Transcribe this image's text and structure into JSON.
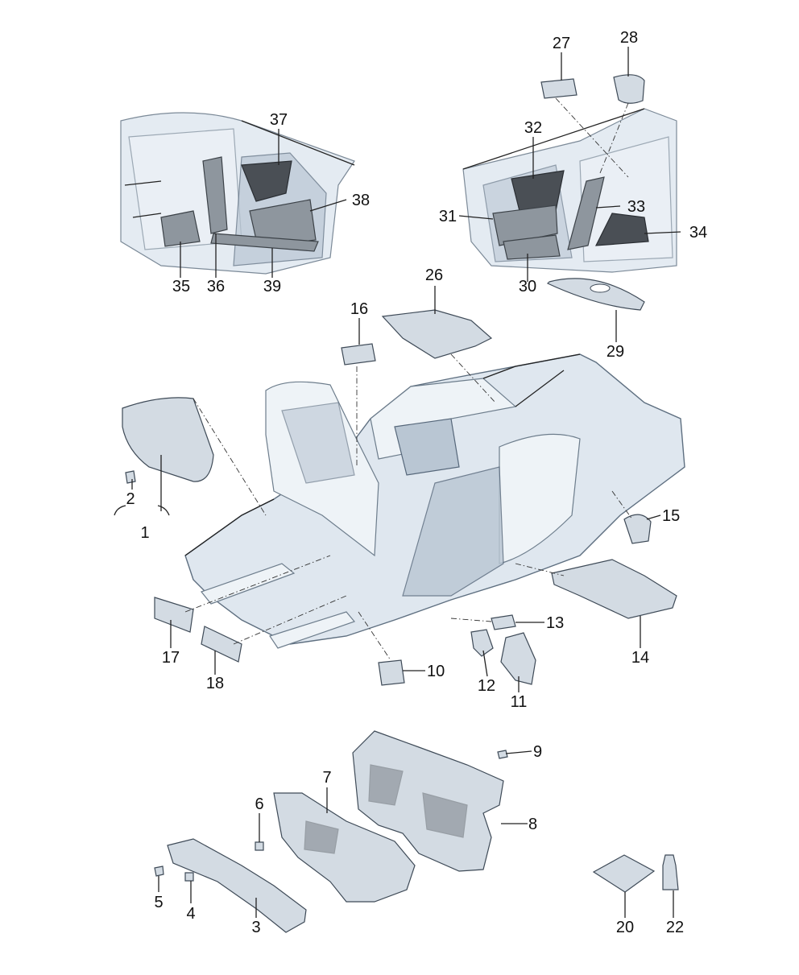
{
  "diagram": {
    "callouts": [
      {
        "id": "c1",
        "label": "1"
      },
      {
        "id": "c2",
        "label": "2"
      },
      {
        "id": "c3",
        "label": "3"
      },
      {
        "id": "c4",
        "label": "4"
      },
      {
        "id": "c5",
        "label": "5"
      },
      {
        "id": "c6",
        "label": "6"
      },
      {
        "id": "c7",
        "label": "7"
      },
      {
        "id": "c8",
        "label": "8"
      },
      {
        "id": "c9",
        "label": "9"
      },
      {
        "id": "c10",
        "label": "10"
      },
      {
        "id": "c11",
        "label": "11"
      },
      {
        "id": "c12",
        "label": "12"
      },
      {
        "id": "c13",
        "label": "13"
      },
      {
        "id": "c14",
        "label": "14"
      },
      {
        "id": "c15",
        "label": "15"
      },
      {
        "id": "c16",
        "label": "16"
      },
      {
        "id": "c17",
        "label": "17"
      },
      {
        "id": "c18",
        "label": "18"
      },
      {
        "id": "c20",
        "label": "20"
      },
      {
        "id": "c22",
        "label": "22"
      },
      {
        "id": "c26",
        "label": "26"
      },
      {
        "id": "c27",
        "label": "27"
      },
      {
        "id": "c28",
        "label": "28"
      },
      {
        "id": "c29",
        "label": "29"
      },
      {
        "id": "c30",
        "label": "30"
      },
      {
        "id": "c31",
        "label": "31"
      },
      {
        "id": "c32",
        "label": "32"
      },
      {
        "id": "c33",
        "label": "33"
      },
      {
        "id": "c34",
        "label": "34"
      },
      {
        "id": "c35",
        "label": "35"
      },
      {
        "id": "c36",
        "label": "36"
      },
      {
        "id": "c37",
        "label": "37"
      },
      {
        "id": "c38",
        "label": "38"
      },
      {
        "id": "c39",
        "label": "39"
      }
    ],
    "colors": {
      "body_panel": "#dfe7ef",
      "insulation_dark": "#4a4f55",
      "insulation_grey": "#8e969e",
      "outline": "#3e4a57"
    }
  }
}
